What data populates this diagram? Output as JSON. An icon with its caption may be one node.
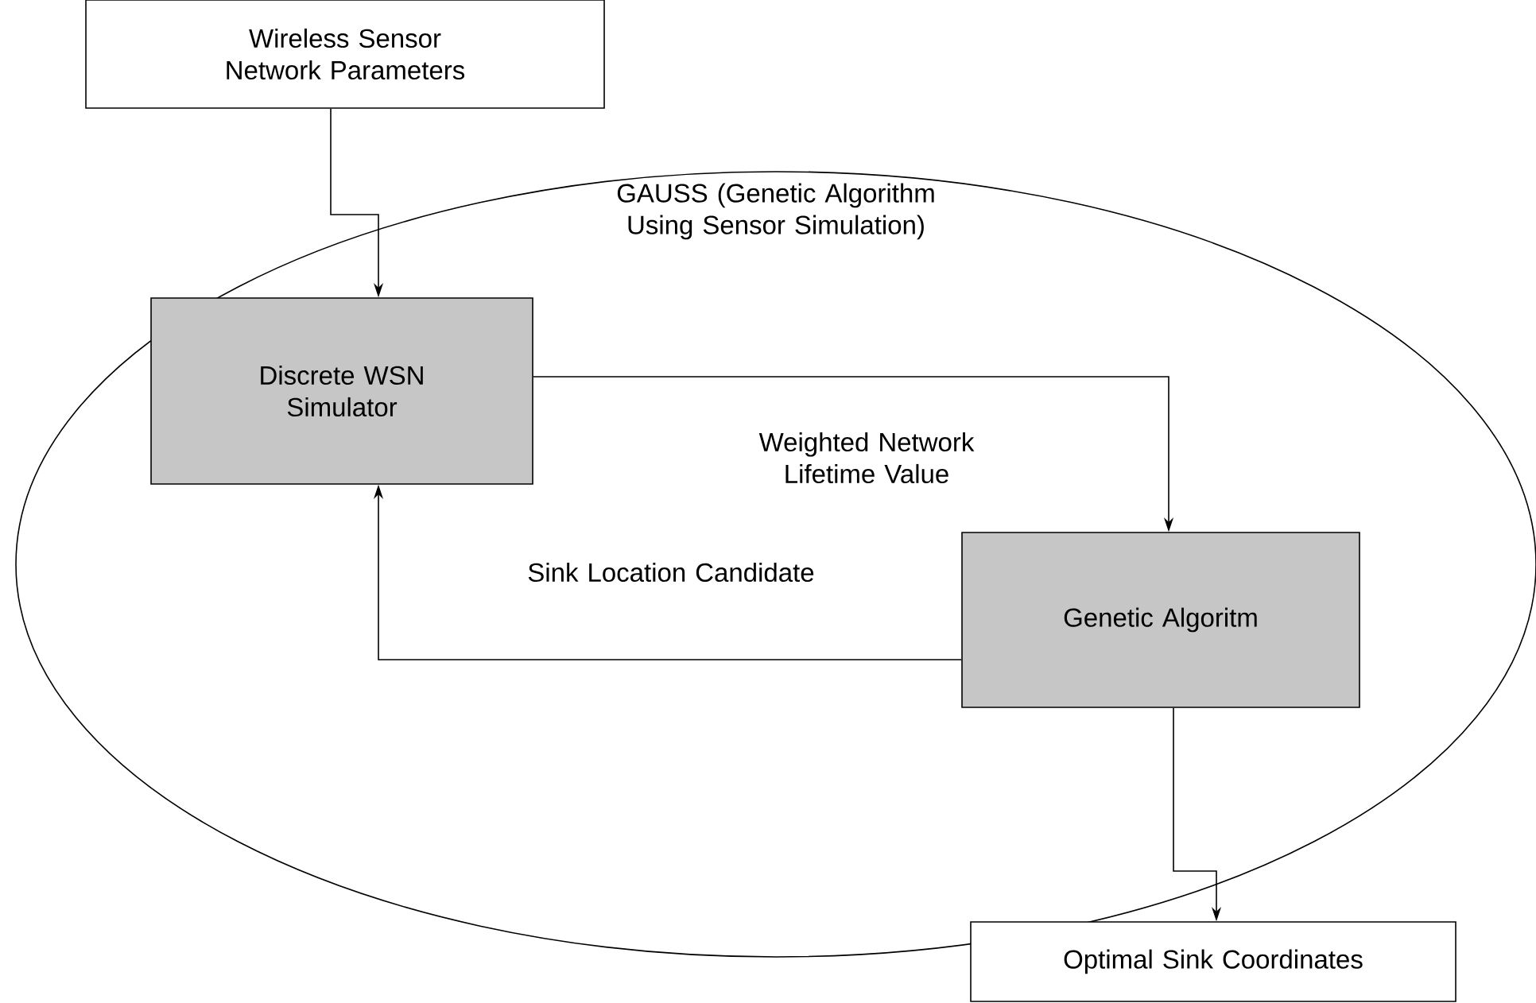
{
  "diagram": {
    "nodes": [
      {
        "text": [
          "Wireless Sensor Network Parameters"
        ]
      },
      {
        "text": [
          "GAUSS (Genetic Algorithm Using Sensor Simulation)"
        ]
      },
      {
        "text": [
          "Discrete WSN Simulator"
        ],
        "in": 1
      },
      {
        "text": [
          "Genetic Algoritm"
        ],
        "in": 1
      },
      {
        "text": [
          "Optimal Sink Coordinates"
        ]
      }
    ],
    "edges": [
      {
        "from": 0,
        "to": 2,
        "arrow": "to"
      },
      {
        "from": 2,
        "to": 3,
        "arrow": "to",
        "label": "Weighted Network Lifetime Value"
      },
      {
        "from": 3,
        "to": 2,
        "arrow": "to",
        "label": "Sink Location Candidate"
      },
      {
        "from": 3,
        "to": 4,
        "arrow": "to"
      }
    ]
  }
}
